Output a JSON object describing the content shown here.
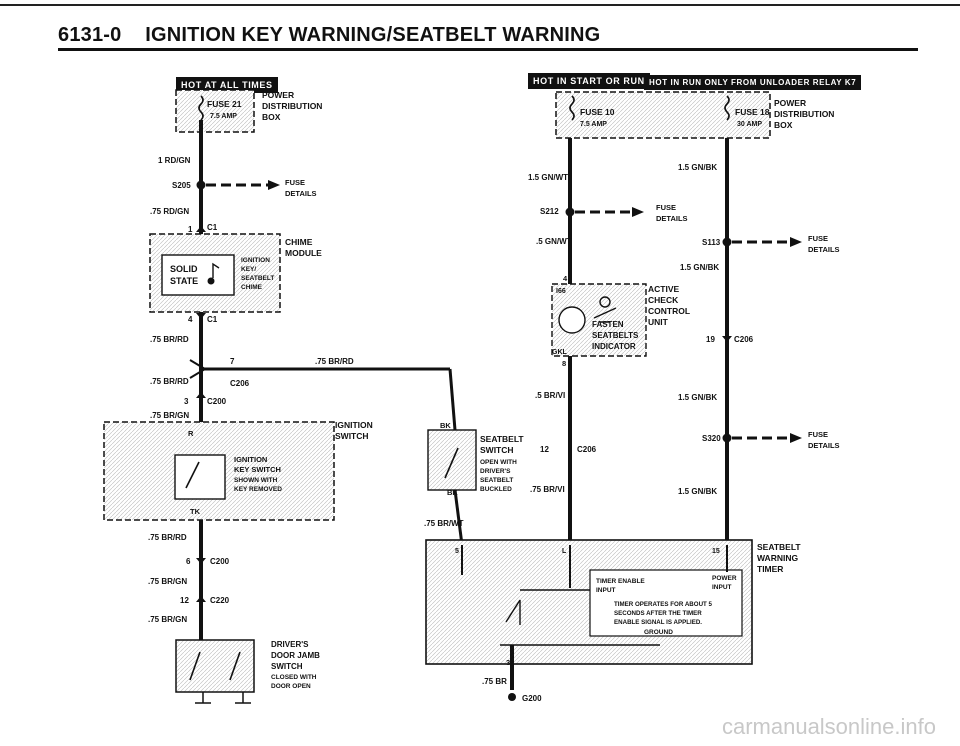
{
  "page": {
    "section_code": "6131-0",
    "title": "IGNITION KEY WARNING/SEATBELT WARNING",
    "watermark": "carmanualsonline.info"
  },
  "banners": {
    "hot_at_all_times": "HOT AT ALL TIMES",
    "hot_in_start_or_run": "HOT IN START OR RUN",
    "hot_in_run_only": "HOT IN RUN ONLY FROM UNLOADER RELAY K7"
  },
  "left": {
    "fuse21": "FUSE 21",
    "fuse21_amp": "7.5 AMP",
    "power_dist": [
      "POWER",
      "DISTRIBUTION",
      "BOX"
    ],
    "w_1rdgn": "1 RD/GN",
    "s205": "S205",
    "fuse_details": [
      "FUSE",
      "DETAILS"
    ],
    "w_75rdgn": ".75 RD/GN",
    "c1_top_pin": "1",
    "c1_top": "C1",
    "chime_module": [
      "CHIME",
      "MODULE"
    ],
    "solid_state": [
      "SOLID",
      "STATE"
    ],
    "ign_key_chime": [
      "IGNITION",
      "KEY/",
      "SEATBELT",
      "CHIME"
    ],
    "c1_bot_pin": "4",
    "c1_bot": "C1",
    "w_75brrd_a": ".75 BR/RD",
    "c206_pin": "7",
    "w_75brrd_mid": ".75 BR/RD",
    "c206": "C206",
    "w_75brrd_b": ".75 BR/RD",
    "c200_pin": "3",
    "c200": "C200",
    "w_75brgn": ".75 BR/GN",
    "ign_switch_pin": "R",
    "ign_switch_title": [
      "IGNITION",
      "SWITCH"
    ],
    "ign_key_switch": [
      "IGNITION",
      "KEY SWITCH",
      "SHOWN WITH",
      "KEY REMOVED"
    ],
    "tk": "TK",
    "w_75brrd_c": ".75 BR/RD",
    "c200b_pin": "6",
    "c200b": "C200",
    "w_75brgn_b": ".75 BR/GN",
    "c220_pin": "12",
    "c220": "C220",
    "w_75brgn_c": ".75 BR/GN",
    "door_switch": [
      "DRIVER'S",
      "DOOR JAMB",
      "SWITCH",
      "CLOSED WITH",
      "DOOR OPEN"
    ]
  },
  "middle": {
    "bk_top": "BK",
    "seatbelt_switch": [
      "SEATBELT",
      "SWITCH",
      "OPEN WITH",
      "DRIVER'S",
      "SEATBELT",
      "BUCKLED"
    ],
    "bk_bot": "BK",
    "w_75brwt": ".75 BR/WT",
    "fuse10": "FUSE 10",
    "fuse10_amp": "7.5 AMP",
    "w_15gnwt": "1.5 GN/WT",
    "s212": "S212",
    "fuse_details": [
      "FUSE",
      "DETAILS"
    ],
    "w_5gnwt": ".5 GN/WT",
    "pin4": "4",
    "k66": "I66",
    "fasten_seatbelts": [
      "FASTEN",
      "SEATBELTS",
      "INDICATOR"
    ],
    "active_check": [
      "ACTIVE",
      "CHECK",
      "CONTROL",
      "UNIT"
    ],
    "gkl": "GKL",
    "pin8": "8",
    "w_5brvi": ".5 BR/VI",
    "c206_pin": "12",
    "c206": "C206",
    "w_75brvi": ".75 BR/VI",
    "pin31": "31",
    "w_75br": ".75 BR",
    "g200": "G200"
  },
  "right": {
    "fuse18": "FUSE 18",
    "fuse18_amp": "30 AMP",
    "power_dist": [
      "POWER",
      "DISTRIBUTION",
      "BOX"
    ],
    "w_15gnbk_a": "1.5 GN/BK",
    "s113": "S113",
    "fuse_details_a": [
      "FUSE",
      "DETAILS"
    ],
    "w_15gnbk_b": "1.5 GN/BK",
    "c206_pin": "19",
    "c206": "C206",
    "w_15gnbk_c": "1.5 GN/BK",
    "s320": "S320",
    "fuse_details_b": [
      "FUSE",
      "DETAILS"
    ],
    "w_15gnbk_d": "1.5 GN/BK",
    "seatbelt_warning_timer": [
      "SEATBELT",
      "WARNING",
      "TIMER"
    ],
    "timer_pin5": "5",
    "timer_pin_l": "L",
    "timer_pin15": "15",
    "timer_enable": [
      "TIMER ENABLE",
      "INPUT"
    ],
    "power_input": [
      "POWER",
      "INPUT"
    ],
    "timer_desc": [
      "TIMER OPERATES FOR ABOUT 5",
      "SECONDS AFTER THE TIMER",
      "ENABLE SIGNAL IS APPLIED."
    ],
    "ground": "GROUND"
  }
}
